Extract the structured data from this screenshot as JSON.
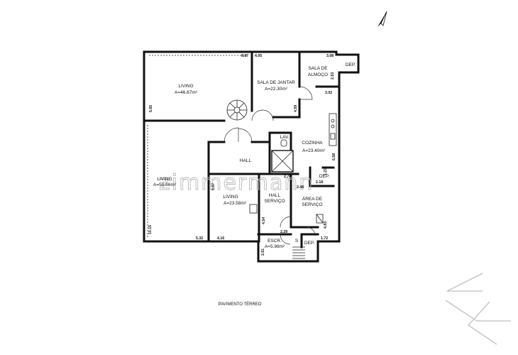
{
  "plan": {
    "caption": "PAVIMENTO TÉRREO",
    "watermark": "zimmermann",
    "rooms": {
      "living1": {
        "name": "LIVING",
        "area": "A=46.67m²"
      },
      "sala_jantar": {
        "name": "SALA DE JANTAR",
        "area": "A=22.30m²"
      },
      "sala_almoco": {
        "name_line1": "SALA DE",
        "name_line2": "ALMOÇO"
      },
      "dep1": {
        "name": "DEP."
      },
      "lav": {
        "name": "LAV."
      },
      "cozinha": {
        "name": "COZINHA",
        "area": "A=23.40m²"
      },
      "hall": {
        "name": "HALL"
      },
      "living2": {
        "name": "LIVING",
        "area": "A=55.86m²"
      },
      "dep2": {
        "name": "DEP."
      },
      "living3": {
        "name": "LIVING",
        "area": "A=23.58m²"
      },
      "hall_servico": {
        "name_line1": "HALL",
        "name_line2": "SERVIÇO"
      },
      "area_servico": {
        "name_line1": "ÁREA DE",
        "name_line2": "SERVIÇO"
      },
      "escr": {
        "name": "ESCR.",
        "area": "A=5.98m²"
      },
      "dep3": {
        "name": "DEP."
      },
      "stair_s": {
        "name": "S"
      }
    },
    "dimensions": {
      "d887": "8.87",
      "d405": "4.05",
      "d308": "3.08",
      "d253": "2.53",
      "d302": "3.02",
      "d565": "5.65",
      "d459": "4.59",
      "d658": "6.58",
      "d276": "2.76",
      "d121": "1.21",
      "d218": "2.18",
      "d248": "2.48",
      "d567": "5.67",
      "d454": "4.54",
      "d483": "4.83",
      "d229": "2.29",
      "d1015": "10.15",
      "d532": "5.32",
      "d416": "4.16",
      "d172": "1.72",
      "d261": "2.61"
    }
  }
}
